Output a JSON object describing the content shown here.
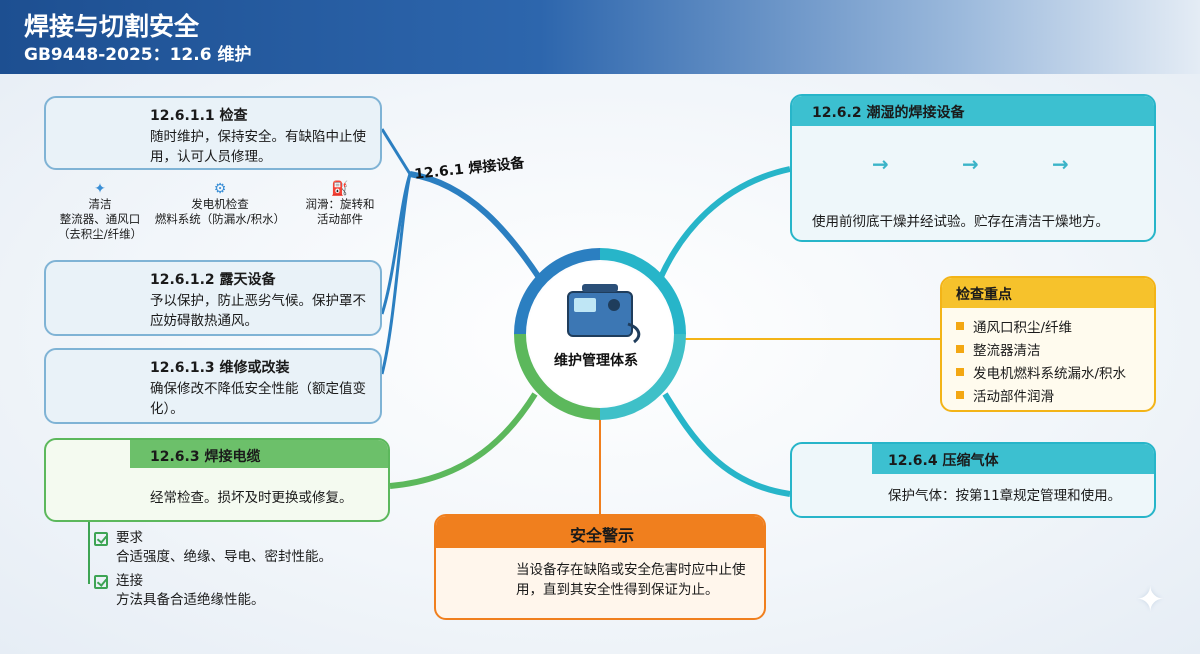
{
  "header": {
    "title": "焊接与切割安全",
    "subtitle": "GB9448-2025：12.6 维护"
  },
  "hub": {
    "center_label": "维护管理体系",
    "branch_label": "12.6.1 焊接设备"
  },
  "section_1": {
    "title": "12.6.1.1 检查",
    "text": "随时维护，保持安全。有缺陷中止使用，认可人员修理。",
    "sub_items": [
      {
        "icon": "sparkle-icon",
        "label": "清洁",
        "lines": [
          "整流器、通风口",
          "（去积尘/纤维）"
        ]
      },
      {
        "icon": "generator-icon",
        "label": "发电机检查",
        "lines": [
          "燃料系统（防漏水/积水）"
        ]
      },
      {
        "icon": "oil-can-icon",
        "label": "润滑：旋转和",
        "lines": [
          "活动部件"
        ]
      }
    ]
  },
  "section_2": {
    "title": "12.6.1.2 露天设备",
    "text": "予以保护，防止恶劣气候。保护罩不应妨碍散热通风。"
  },
  "section_3": {
    "title": "12.6.1.3 维修或改装",
    "text": "确保修改不降低安全性能（额定值变化）。"
  },
  "section_cable": {
    "title": "12.6.3 焊接电缆",
    "text": "经常检查。损坏及时更换或修复。",
    "requirements": [
      {
        "label": "要求",
        "text": "合适强度、绝缘、导电、密封性能。"
      },
      {
        "label": "连接",
        "text": "方法具备合适绝缘性能。"
      }
    ]
  },
  "section_damp": {
    "title": "12.6.2 潮湿的焊接设备",
    "text": "使用前彻底干燥并经试验。贮存在清洁干燥地方。",
    "flow_icons": [
      "welder-water-icon",
      "washing-machine-icon",
      "checklist-icon",
      "storage-shed-icon"
    ]
  },
  "inspection": {
    "title": "检查重点",
    "items": [
      "通风口积尘/纤维",
      "整流器清洁",
      "发电机燃料系统漏水/积水",
      "活动部件润滑"
    ]
  },
  "gas": {
    "title": "12.6.4 压缩气体",
    "text": "保护气体：按第11章规定管理和使用。"
  },
  "warning": {
    "title": "安全警示",
    "text": "当设备存在缺陷或安全危害时应中止使用，直到其安全性得到保证为止。"
  },
  "colors": {
    "blue": "#2b7fc1",
    "teal": "#27b5c9",
    "green": "#5cb85c",
    "orange": "#f07f1e",
    "yellow": "#f3b417"
  }
}
